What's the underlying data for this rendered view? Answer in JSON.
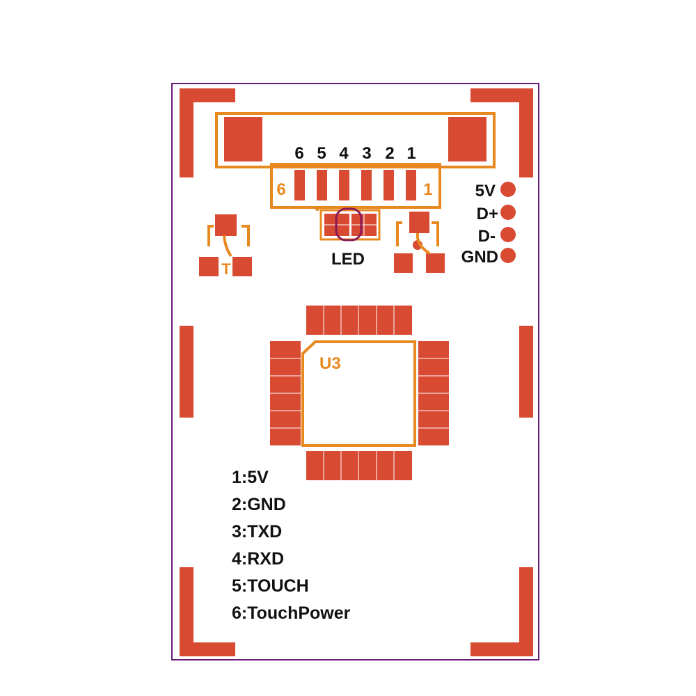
{
  "connector": {
    "pin_numbers": [
      "6",
      "5",
      "4",
      "3",
      "2",
      "1"
    ],
    "silk_left": "6",
    "silk_right": "1"
  },
  "pads_right": [
    "5V",
    "D+",
    "D-",
    "GND"
  ],
  "led_label": "LED",
  "chip_label": "U3",
  "touch_label": "T",
  "pinout": [
    "1:5V",
    "2:GND",
    "3:TXD",
    "4:RXD",
    "5:TOUCH",
    "6:TouchPower"
  ],
  "colors": {
    "copper": "#d84a32",
    "silkscreen": "#e8891f",
    "outline": "#6a1b7a",
    "text": "#111111"
  }
}
